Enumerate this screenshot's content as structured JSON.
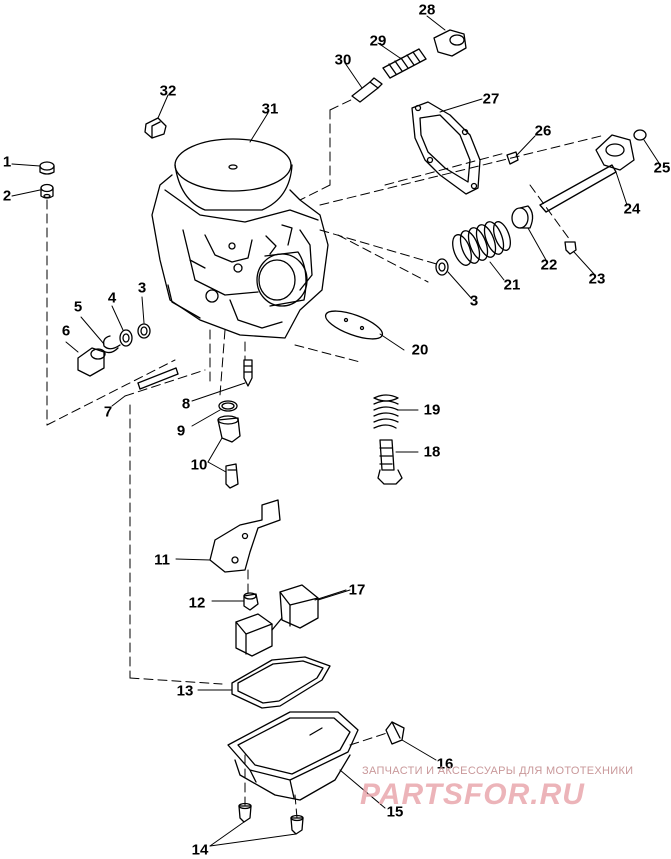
{
  "colors": {
    "line": "#000000",
    "watermark_text": "#c9989a",
    "watermark_logo": "#e9a7ad"
  },
  "callouts": [
    {
      "id": "1"
    },
    {
      "id": "2"
    },
    {
      "id": "3"
    },
    {
      "id": "4"
    },
    {
      "id": "5"
    },
    {
      "id": "6"
    },
    {
      "id": "7"
    },
    {
      "id": "8"
    },
    {
      "id": "9"
    },
    {
      "id": "10"
    },
    {
      "id": "11"
    },
    {
      "id": "12"
    },
    {
      "id": "13"
    },
    {
      "id": "14"
    },
    {
      "id": "15"
    },
    {
      "id": "16"
    },
    {
      "id": "17"
    },
    {
      "id": "18"
    },
    {
      "id": "19"
    },
    {
      "id": "20"
    },
    {
      "id": "21"
    },
    {
      "id": "22"
    },
    {
      "id": "23"
    },
    {
      "id": "24"
    },
    {
      "id": "25"
    },
    {
      "id": "26"
    },
    {
      "id": "27"
    },
    {
      "id": "28"
    },
    {
      "id": "29"
    },
    {
      "id": "30"
    },
    {
      "id": "31"
    },
    {
      "id": "32"
    },
    {
      "id": "3"
    }
  ],
  "watermark": {
    "text": "ЗАПЧАСТИ И АКСЕССУАРЫ ДЛЯ МОТОТЕХНИКИ",
    "logo": "PARTSFOR.RU"
  }
}
